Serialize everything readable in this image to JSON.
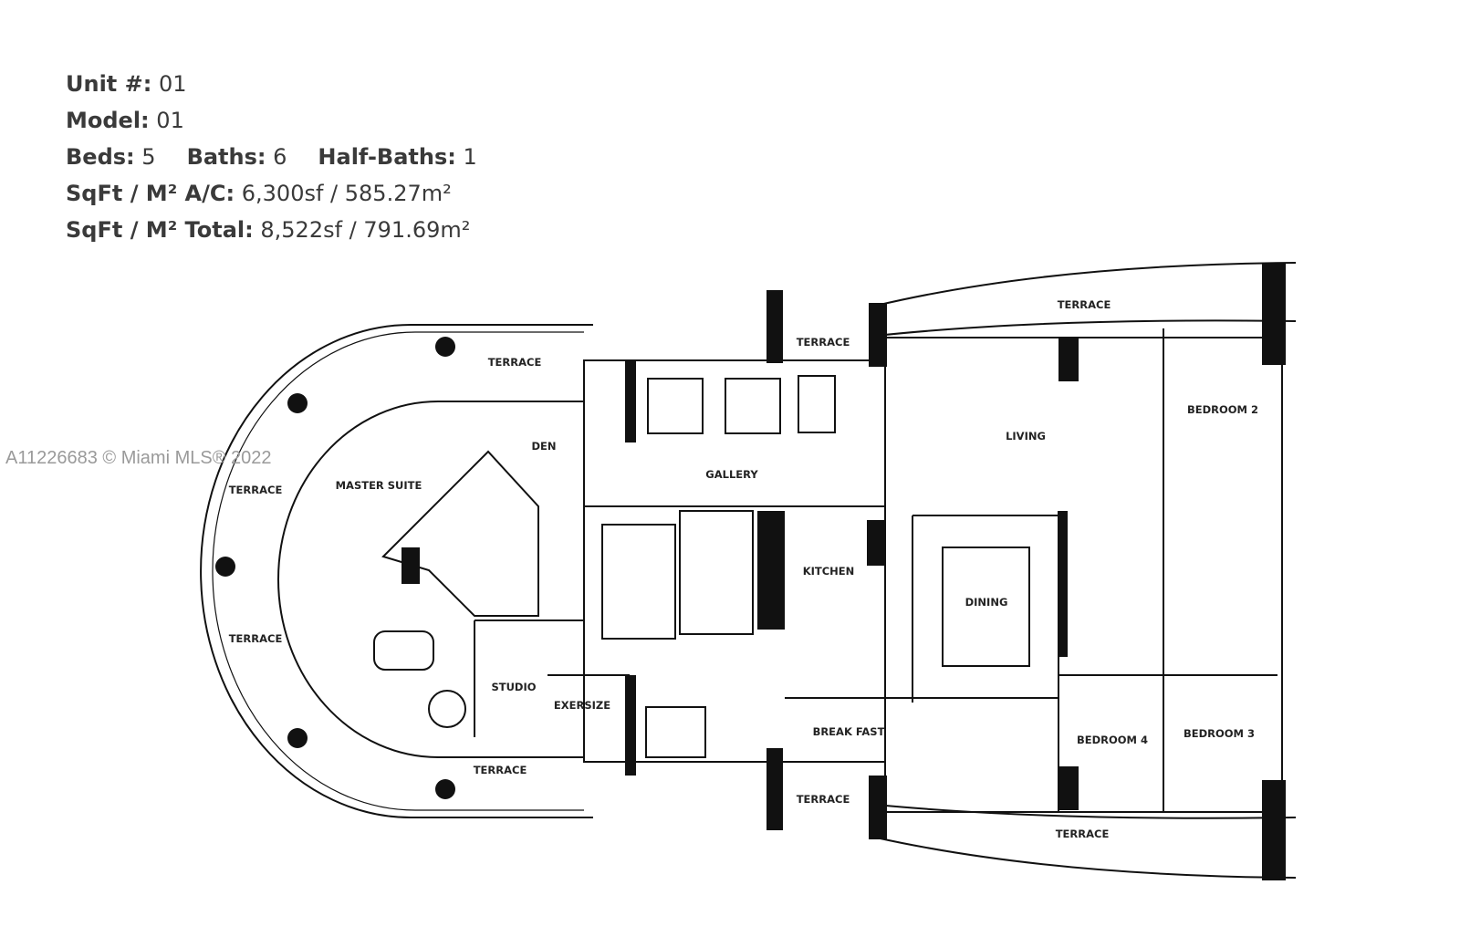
{
  "specs": {
    "unit_label": "Unit #:",
    "unit_value": "01",
    "model_label": "Model:",
    "model_value": "01",
    "beds_label": "Beds:",
    "beds_value": "5",
    "baths_label": "Baths:",
    "baths_value": "6",
    "half_baths_label": "Half-Baths:",
    "half_baths_value": "1",
    "sqft_ac_label": "SqFt / M² A/C:",
    "sqft_ac_value": "6,300sf / 585.27m²",
    "sqft_total_label": "SqFt / M² Total:",
    "sqft_total_value": "8,522sf / 791.69m²"
  },
  "watermark": "A11226683 © Miami MLS® 2022",
  "rooms": {
    "terrace_top_left": "TERRACE",
    "terrace_left_upper": "TERRACE",
    "terrace_left_lower": "TERRACE",
    "terrace_bottom_left": "TERRACE",
    "terrace_top_mid": "TERRACE",
    "terrace_top_right": "TERRACE",
    "terrace_bottom_mid": "TERRACE",
    "terrace_bottom_right": "TERRACE",
    "den": "DEN",
    "master_suite": "MASTER SUITE",
    "gallery": "GALLERY",
    "living": "LIVING",
    "bedroom_2": "BEDROOM 2",
    "kitchen": "KITCHEN",
    "dining": "DINING",
    "studio": "STUDIO",
    "exercise": "EXERSIZE",
    "breakfast": "BREAK FAST",
    "bedroom_4": "BEDROOM 4",
    "bedroom_3": "BEDROOM 3"
  }
}
